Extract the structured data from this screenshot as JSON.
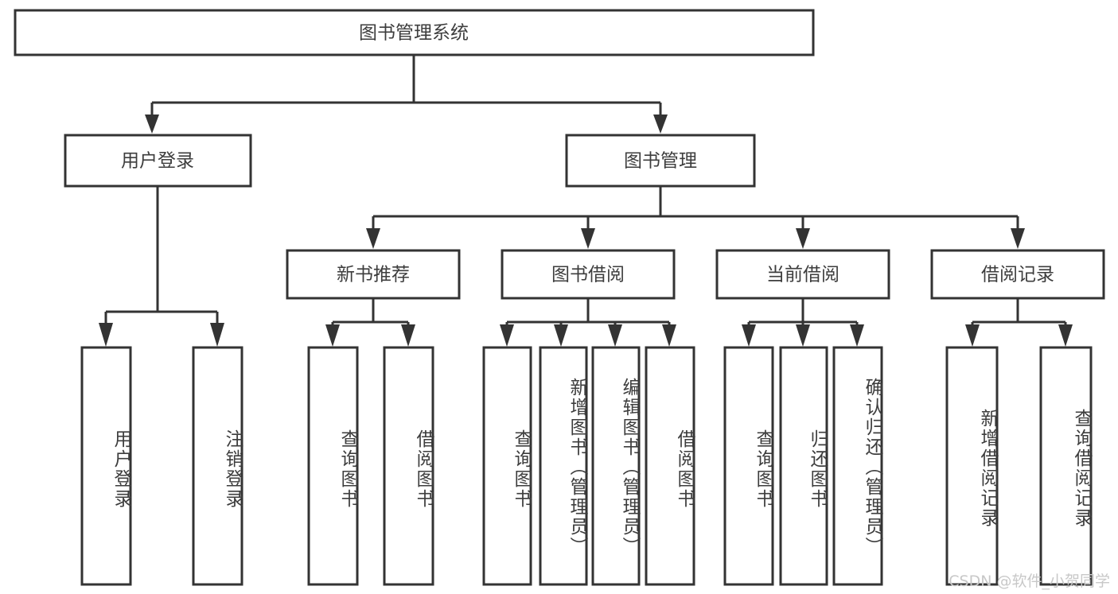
{
  "diagram": {
    "title": "图书管理系统",
    "type": "tree-hierarchy",
    "watermark": "CSDN @软件_小贺同学",
    "colors": {
      "box_stroke": "#333333",
      "box_fill": "#ffffff",
      "text": "#3d3d3d",
      "background": "#ffffff",
      "watermark": "#c8c8c8"
    },
    "root": {
      "label": "图书管理系统"
    },
    "level2": [
      {
        "id": "user-login",
        "label": "用户登录"
      },
      {
        "id": "book-manage",
        "label": "图书管理"
      }
    ],
    "level3": [
      {
        "id": "new-book-recommend",
        "label": "新书推荐",
        "parent": "book-manage"
      },
      {
        "id": "book-borrow",
        "label": "图书借阅",
        "parent": "book-manage"
      },
      {
        "id": "current-borrow",
        "label": "当前借阅",
        "parent": "book-manage"
      },
      {
        "id": "borrow-record",
        "label": "借阅记录",
        "parent": "book-manage"
      }
    ],
    "leaves": {
      "user-login": [
        {
          "id": "leaf-user-login",
          "label": "用户登录"
        },
        {
          "id": "leaf-user-logout",
          "label": "注销登录"
        }
      ],
      "new-book-recommend": [
        {
          "id": "leaf-query-book-1",
          "label": "查询图书"
        },
        {
          "id": "leaf-borrow-book-1",
          "label": "借阅图书"
        }
      ],
      "book-borrow": [
        {
          "id": "leaf-query-book-2",
          "label": "查询图书"
        },
        {
          "id": "leaf-add-book",
          "label": "新增图书（管理员）"
        },
        {
          "id": "leaf-edit-book",
          "label": "编辑图书（管理员）"
        },
        {
          "id": "leaf-borrow-book-2",
          "label": "借阅图书"
        }
      ],
      "current-borrow": [
        {
          "id": "leaf-query-book-3",
          "label": "查询图书"
        },
        {
          "id": "leaf-return-book",
          "label": "归还图书"
        },
        {
          "id": "leaf-confirm-return",
          "label": "确认归还（管理员）"
        }
      ],
      "borrow-record": [
        {
          "id": "leaf-add-record",
          "label": "新增借阅记录"
        },
        {
          "id": "leaf-query-record",
          "label": "查询借阅记录"
        }
      ]
    }
  }
}
